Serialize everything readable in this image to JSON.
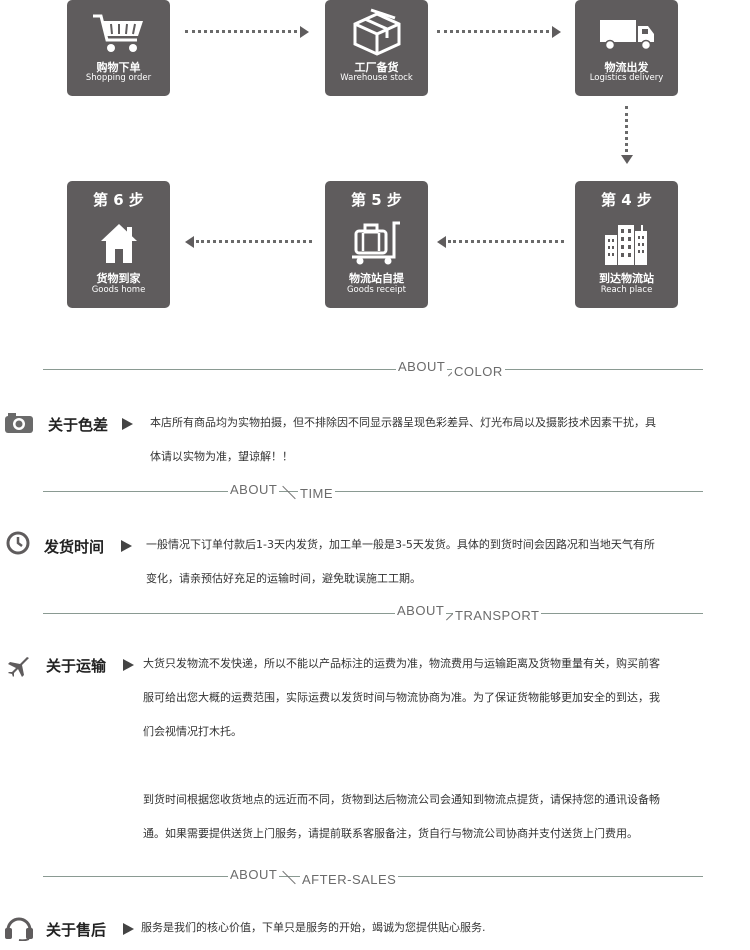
{
  "steps": [
    {
      "cn": "购物下单",
      "en": "Shopping order",
      "icon": "shopping-cart-icon"
    },
    {
      "cn": "工厂备货",
      "en": "Warehouse stock",
      "icon": "box-icon"
    },
    {
      "cn": "物流出发",
      "en": "Logistics delivery",
      "icon": "truck-icon"
    },
    {
      "num": "第 4 步",
      "cn": "到达物流站",
      "en": "Reach place",
      "icon": "buildings-icon"
    },
    {
      "num": "第 5 步",
      "cn": "物流站自提",
      "en": "Goods receipt",
      "icon": "luggage-cart-icon"
    },
    {
      "num": "第 6 步",
      "cn": "货物到家",
      "en": "Goods home",
      "icon": "house-icon"
    }
  ],
  "dividers": [
    {
      "left": "ABOUT",
      "right": "COLOR"
    },
    {
      "left": "ABOUT",
      "right": "TIME"
    },
    {
      "left": "ABOUT",
      "right": "TRANSPORT"
    },
    {
      "left": "ABOUT",
      "right": "AFTER-SALES"
    }
  ],
  "sections": {
    "color": {
      "title": "关于色差",
      "icon": "camera-icon",
      "lines": [
        "本店所有商品均为实物拍摄，但不排除因不同显示器呈现色彩差异、灯光布局以及摄影技术因素干扰，具",
        "体请以实物为准，望谅解！！"
      ]
    },
    "time": {
      "title": "发货时间",
      "icon": "clock-icon",
      "lines": [
        "一般情况下订单付款后1-3天内发货，加工单一般是3-5天发货。具体的到货时间会因路况和当地天气有所",
        "变化，请亲预估好充足的运输时间，避免耽误施工工期。"
      ]
    },
    "transport": {
      "title": "关于运输",
      "icon": "airplane-icon",
      "lines": [
        "大货只发物流不发快递，所以不能以产品标注的运费为准，物流费用与运输距离及货物重量有关，购买前客",
        "服可给出您大概的运费范围，实际运费以发货时间与物流协商为准。为了保证货物能够更加安全的到达，我",
        "们会视情况打木托。"
      ],
      "lines2": [
        "到货时间根据您收货地点的远近而不同，货物到达后物流公司会通知到物流点提货，请保持您的通讯设备畅",
        "通。如果需要提供送货上门服务，请提前联系客服备注，货自行与物流公司协商并支付送货上门费用。"
      ]
    },
    "aftersales": {
      "title": "关于售后",
      "icon": "headset-icon",
      "lines": [
        "服务是我们的核心价值，下单只是服务的开始，竭诚为您提供贴心服务."
      ]
    }
  },
  "colors": {
    "box": "#5f5c5d",
    "divider": "#8a9a92"
  }
}
